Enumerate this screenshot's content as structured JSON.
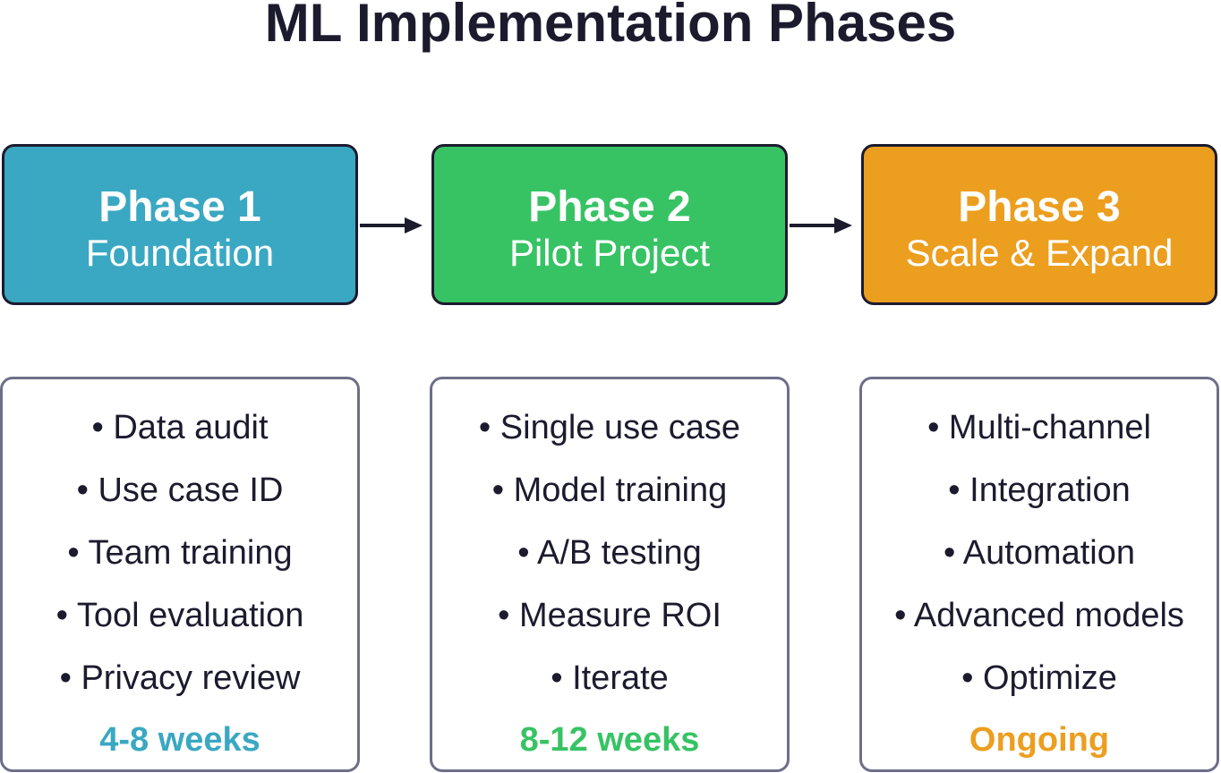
{
  "title": "ML Implementation Phases",
  "colors": {
    "phase1": "#3aa8c2",
    "phase2": "#37c364",
    "phase3": "#ec9e1f",
    "border_dark": "#1c1b2e",
    "border_detail": "#6e6e88"
  },
  "phases": [
    {
      "name": "Phase 1",
      "subtitle": "Foundation",
      "items": [
        "• Data audit",
        "• Use case ID",
        "• Team training",
        "• Tool evaluation",
        "• Privacy review"
      ],
      "duration": "4-8 weeks"
    },
    {
      "name": "Phase 2",
      "subtitle": "Pilot Project",
      "items": [
        "• Single use case",
        "• Model training",
        "• A/B testing",
        "• Measure ROI",
        "• Iterate"
      ],
      "duration": "8-12 weeks"
    },
    {
      "name": "Phase 3",
      "subtitle": "Scale & Expand",
      "items": [
        "• Multi-channel",
        "• Integration",
        "• Automation",
        "• Advanced models",
        "• Optimize"
      ],
      "duration": "Ongoing"
    }
  ],
  "connectors": [
    "arrow-right-icon",
    "arrow-right-icon"
  ]
}
